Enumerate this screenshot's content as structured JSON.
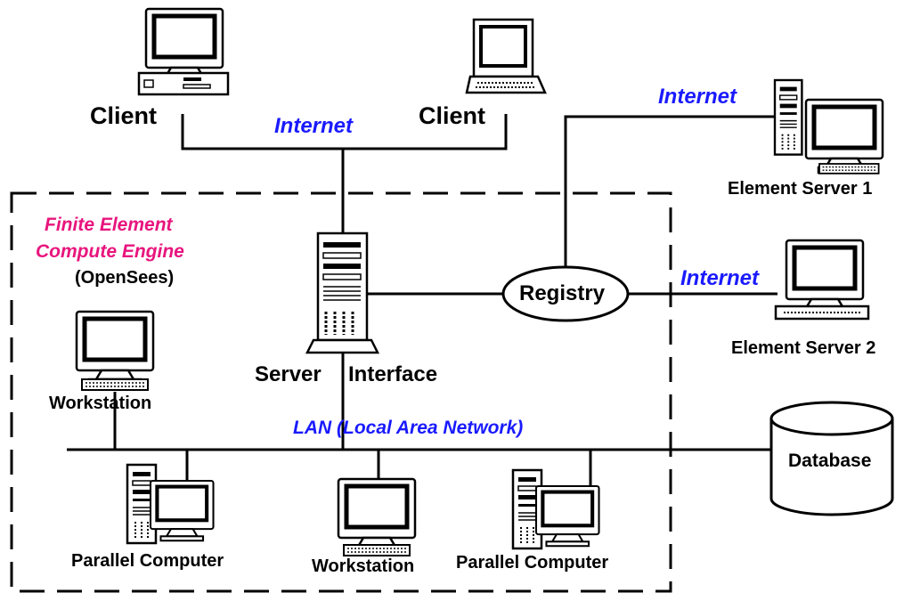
{
  "labels": {
    "client_left": "Client",
    "client_right": "Client",
    "internet_top": "Internet",
    "internet_right_top": "Internet",
    "internet_right_mid": "Internet",
    "element_server_1": "Element Server 1",
    "element_server_2": "Element Server 2",
    "fe_line1": "Finite Element",
    "fe_line2": "Compute Engine",
    "opensees": "(OpenSees)",
    "registry": "Registry",
    "server_word": "Server",
    "interface_word": "Interface",
    "workstation_left": "Workstation",
    "lan": "LAN  (Local Area Network)",
    "database": "Database",
    "parallel_computer_left": "Parallel Computer",
    "workstation_bottom": "Workstation",
    "parallel_computer_right": "Parallel Computer"
  },
  "colors": {
    "internet": "#1a1aff",
    "engine": "#e8157d",
    "line": "#000000"
  },
  "icons": [
    "desktop-pc-icon",
    "laptop-icon",
    "tower-server-icon",
    "tower-pc-icon",
    "workstation-icon",
    "database-cylinder-icon"
  ]
}
